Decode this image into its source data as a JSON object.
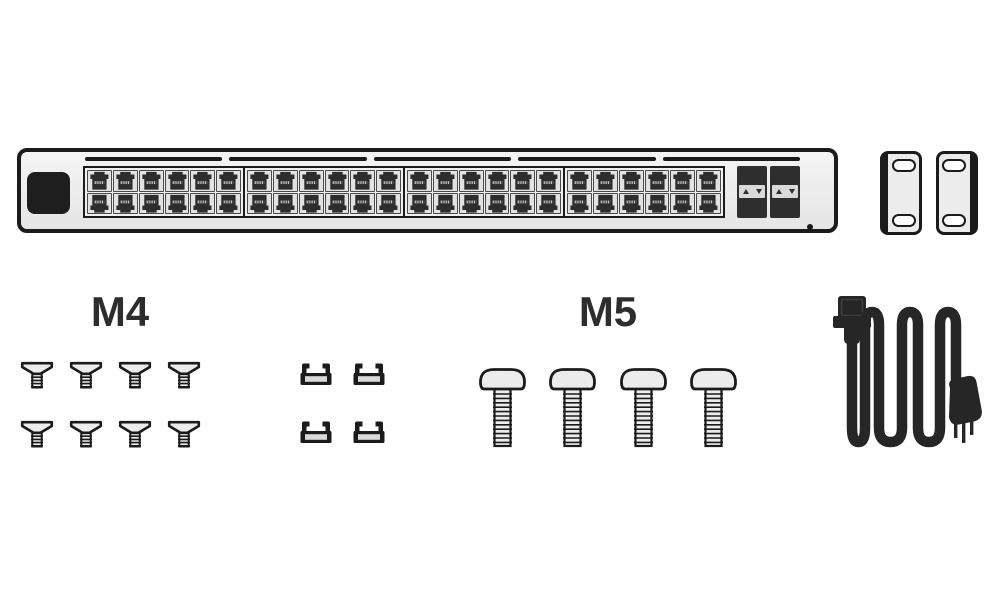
{
  "labels": {
    "m4": "M4",
    "m5": "M5"
  },
  "colors": {
    "background": "#ffffff",
    "outline": "#1b1b1b",
    "panel_fill": "#ececec",
    "port_cell_fill": "#e2e2e2",
    "jack_fill": "#2d2d2d",
    "screen_fill": "#1e1e1e",
    "sfp_fill": "#2e2e2e",
    "sfp_band_fill": "#d9d9d9",
    "label_text": "#2d2d2d"
  },
  "switch": {
    "description": "rack-mount switch front panel",
    "vent_segments": 5,
    "port_groups": 4,
    "port_rows": 2,
    "port_cols": 6,
    "total_rj45_ports": 48,
    "sfp_cages": 2,
    "sfp_slots_per_cage": 2,
    "has_touchscreen_display": true,
    "has_status_dot": true
  },
  "accessories": {
    "rack_ears": {
      "count": 2,
      "slots_per_ear": 2
    },
    "m4_screws": {
      "label": "M4",
      "count": 8,
      "rows": 2,
      "cols": 4,
      "head_type": "flat-countersunk"
    },
    "cage_nuts": {
      "count": 4,
      "rows": 2,
      "cols": 2
    },
    "m5_screws": {
      "label": "M5",
      "count": 4,
      "head_type": "pan"
    },
    "power_cable": {
      "count": 1,
      "connector_a": "C13",
      "connector_b": "wall-plug"
    }
  },
  "icons": {
    "sfp_latch_left": "triangle-up",
    "sfp_latch_right": "triangle-down"
  }
}
